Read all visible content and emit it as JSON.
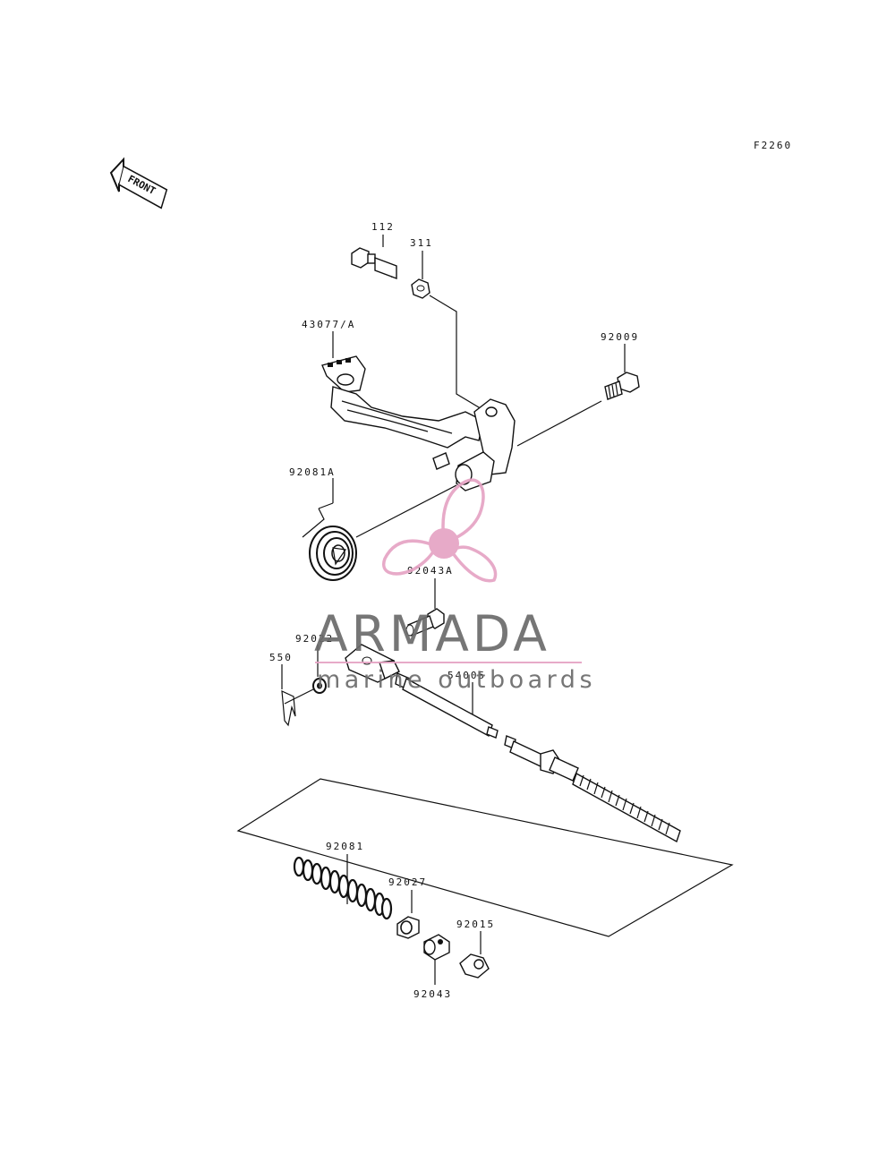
{
  "figure_code": "F2260",
  "front_marker": "FRONT",
  "parts": [
    {
      "id": "p112",
      "number": "112"
    },
    {
      "id": "p311",
      "number": "311"
    },
    {
      "id": "p43077",
      "number": "43077/A"
    },
    {
      "id": "p92009",
      "number": "92009"
    },
    {
      "id": "p92081A",
      "number": "92081A"
    },
    {
      "id": "p92043A",
      "number": "92043A"
    },
    {
      "id": "p92022",
      "number": "92022"
    },
    {
      "id": "p550",
      "number": "550"
    },
    {
      "id": "p54005",
      "number": "54005"
    },
    {
      "id": "p92081",
      "number": "92081"
    },
    {
      "id": "p92027",
      "number": "92027"
    },
    {
      "id": "p92015",
      "number": "92015"
    },
    {
      "id": "p92043",
      "number": "92043"
    }
  ],
  "watermark": {
    "brand": "ARMADA",
    "tagline": "marine outboards",
    "logo_color": "#e6a3c4",
    "text_color": "#6b6b6b"
  }
}
